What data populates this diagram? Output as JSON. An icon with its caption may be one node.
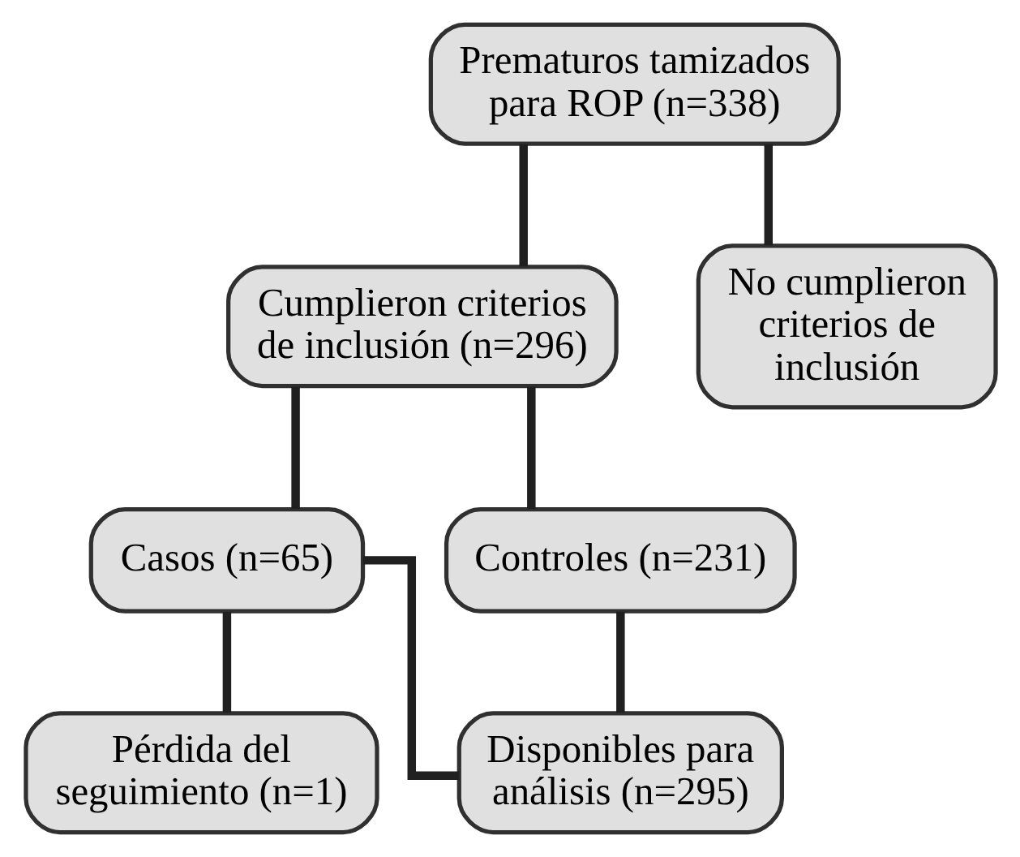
{
  "diagram": {
    "nodes": [
      {
        "text": [
          "Prematuros tamizados para ROP (n=338)"
        ]
      },
      {
        "text": [
          "Cumplieron criterios de inclusión (n=296)"
        ]
      },
      {
        "text": [
          "No cumplieron criterios de inclusión"
        ]
      },
      {
        "text": [
          "Casos (n=65)"
        ]
      },
      {
        "text": [
          "Controles (n=231)"
        ]
      },
      {
        "text": [
          "Pérdida del seguimiento (n=1)"
        ]
      },
      {
        "text": [
          "Disponibles para análisis (n=295)"
        ]
      }
    ],
    "edges": [
      {
        "from": 0,
        "to": 1,
        "arrow": "none"
      },
      {
        "from": 0,
        "to": 2,
        "arrow": "none"
      },
      {
        "from": 1,
        "to": 3,
        "arrow": "none"
      },
      {
        "from": 1,
        "to": 4,
        "arrow": "none"
      },
      {
        "from": 3,
        "to": 5,
        "arrow": "none"
      },
      {
        "from": 3,
        "to": 6,
        "arrow": "none"
      },
      {
        "from": 4,
        "to": 6,
        "arrow": "none"
      }
    ]
  }
}
